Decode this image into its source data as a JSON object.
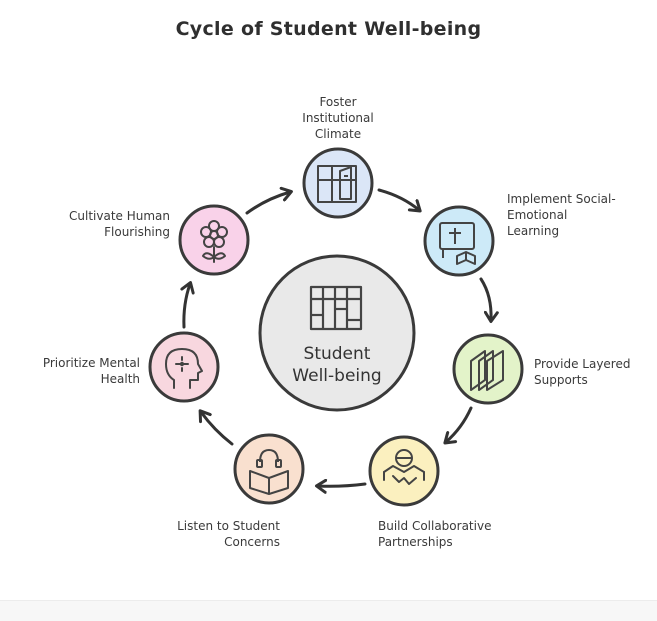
{
  "title": "Cycle of Student Well-being",
  "center": {
    "label": "Student\nWell-being",
    "icon": "bookshelf-icon",
    "color": "#e9e9e9"
  },
  "nodes": [
    {
      "label": "Foster\nInstitutional\nClimate",
      "icon": "window-door-icon",
      "color": "#dbe6f7"
    },
    {
      "label": "Implement Social-\nEmotional\nLearning",
      "icon": "presentation-book-icon",
      "color": "#cdeaf8"
    },
    {
      "label": "Provide Layered\nSupports",
      "icon": "layers-icon",
      "color": "#e3f3c9"
    },
    {
      "label": "Build Collaborative\nPartnerships",
      "icon": "handshake-icon",
      "color": "#fbf0bf"
    },
    {
      "label": "Listen to Student\nConcerns",
      "icon": "headphones-book-icon",
      "color": "#f9e0cf"
    },
    {
      "label": "Prioritize Mental\nHealth",
      "icon": "head-focus-icon",
      "color": "#f8d7df"
    },
    {
      "label": "Cultivate Human\nFlourishing",
      "icon": "flower-icon",
      "color": "#f9d2e9"
    }
  ]
}
